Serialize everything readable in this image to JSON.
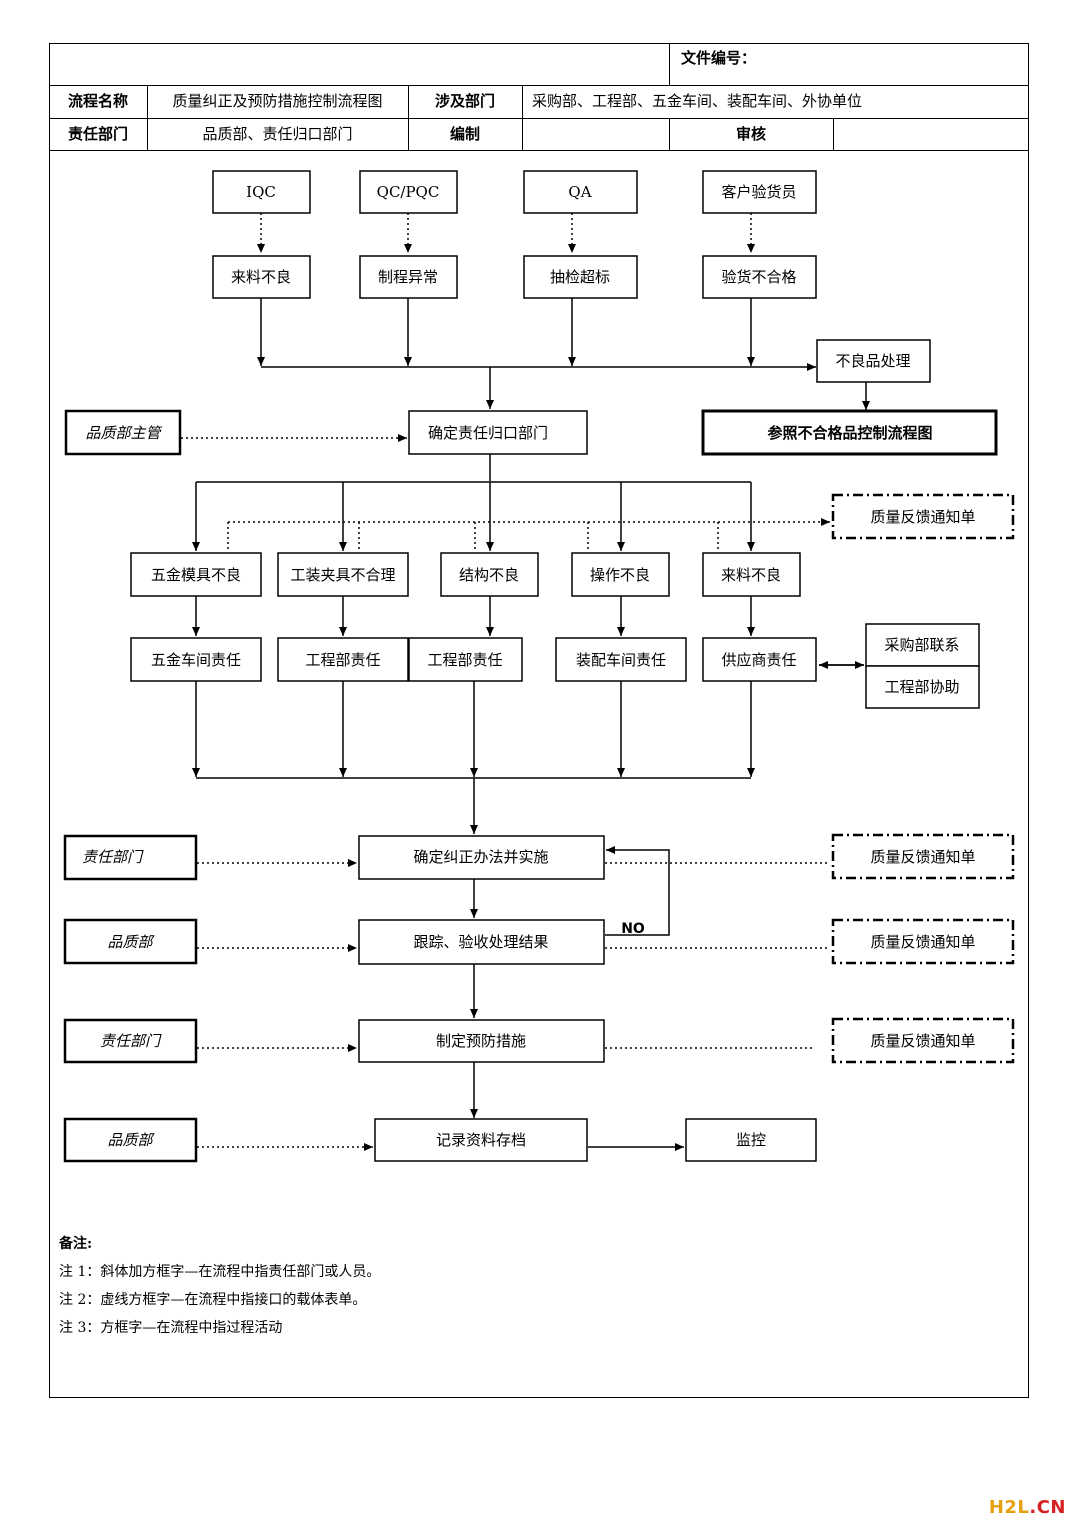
{
  "header": {
    "file_no_label": "文件编号：",
    "process_name_label": "流程名称",
    "process_name_value": "质量纠正及预防措施控制流程图",
    "involved_dept_label": "涉及部门",
    "involved_dept_value": "采购部、工程部、五金车间、装配车间、外协单位",
    "resp_dept_label": "责任部门",
    "resp_dept_value": "品质部、责任归口部门",
    "prepared_label": "编制",
    "review_label": "审核"
  },
  "flow": {
    "sources": [
      "IQC",
      "QC/PQC",
      "QA",
      "客户验货员"
    ],
    "issues": [
      "来料不良",
      "制程异常",
      "抽检超标",
      "验货不合格"
    ],
    "bad_product": "不良品处理",
    "nonconforming_ref": "参照不合格品控制流程图",
    "qa_manager": "品质部主管",
    "determine_dept": "确定责任归口部门",
    "feedback_form": "质量反馈通知单",
    "causes": [
      "五金模具不良",
      "工装夹具不合理",
      "结构不良",
      "操作不良",
      "来料不良"
    ],
    "responsibilities": [
      "五金车间责任",
      "工程部责任",
      "工程部责任",
      "装配车间责任",
      "供应商责任"
    ],
    "purchase_contact": "采购部联系",
    "engineering_assist": "工程部协助",
    "step_correct": "确定纠正办法并实施",
    "step_track": "跟踪、验收处理结果",
    "step_prevent": "制定预防措施",
    "step_record": "记录资料存档",
    "monitor": "监控",
    "no_label": "NO",
    "role_resp": "责任部门",
    "role_qa": "品质部"
  },
  "notes": {
    "title": "备注:",
    "items": [
      "注 1：斜体加方框字—在流程中指责任部门或人员。",
      "注 2：虚线方框字—在流程中指接口的载体表单。",
      "注 3：方框字—在流程中指过程活动"
    ]
  },
  "watermark": {
    "part1": "H2L",
    "part2": ".CN"
  }
}
